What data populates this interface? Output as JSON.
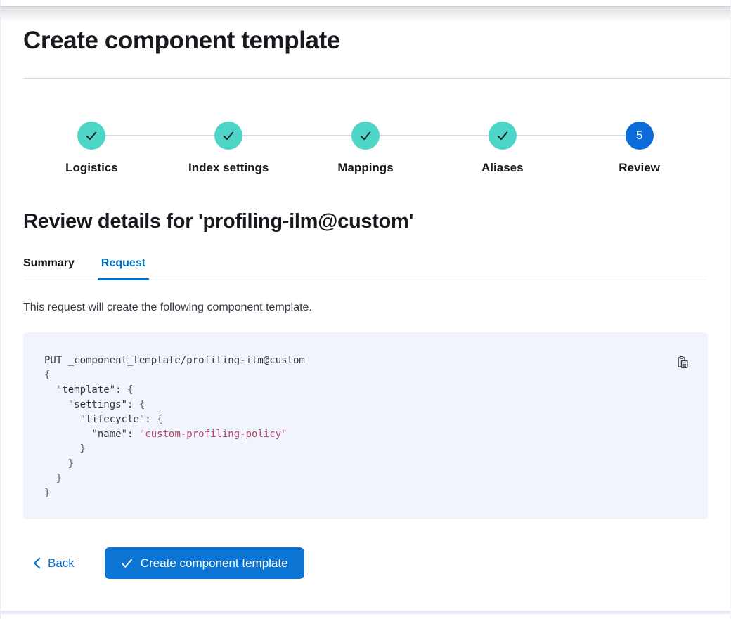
{
  "page": {
    "title": "Create component template"
  },
  "stepper": {
    "steps": [
      {
        "label": "Logistics",
        "status": "complete"
      },
      {
        "label": "Index settings",
        "status": "complete"
      },
      {
        "label": "Mappings",
        "status": "complete"
      },
      {
        "label": "Aliases",
        "status": "complete"
      },
      {
        "label": "Review",
        "status": "current",
        "number": "5"
      }
    ]
  },
  "review": {
    "heading": "Review details for 'profiling-ilm@custom'",
    "tabs": [
      {
        "label": "Summary",
        "selected": false
      },
      {
        "label": "Request",
        "selected": true
      }
    ],
    "description": "This request will create the following component template."
  },
  "code_block": {
    "copy_icon": "copy-clipboard-icon",
    "lines": [
      [
        {
          "t": "PUT _component_template/profiling-ilm@custom",
          "s": "plain"
        }
      ],
      [
        {
          "t": "{",
          "s": "punct"
        }
      ],
      [
        {
          "t": "  ",
          "s": "plain"
        },
        {
          "t": "\"template\"",
          "s": "key"
        },
        {
          "t": ": ",
          "s": "plain"
        },
        {
          "t": "{",
          "s": "punct"
        }
      ],
      [
        {
          "t": "    ",
          "s": "plain"
        },
        {
          "t": "\"settings\"",
          "s": "key"
        },
        {
          "t": ": ",
          "s": "plain"
        },
        {
          "t": "{",
          "s": "punct"
        }
      ],
      [
        {
          "t": "      ",
          "s": "plain"
        },
        {
          "t": "\"lifecycle\"",
          "s": "key"
        },
        {
          "t": ": ",
          "s": "plain"
        },
        {
          "t": "{",
          "s": "punct"
        }
      ],
      [
        {
          "t": "        ",
          "s": "plain"
        },
        {
          "t": "\"name\"",
          "s": "key"
        },
        {
          "t": ": ",
          "s": "plain"
        },
        {
          "t": "\"custom-profiling-policy\"",
          "s": "string"
        }
      ],
      [
        {
          "t": "      }",
          "s": "punct"
        }
      ],
      [
        {
          "t": "    }",
          "s": "punct"
        }
      ],
      [
        {
          "t": "  }",
          "s": "punct"
        }
      ],
      [
        {
          "t": "}",
          "s": "punct"
        }
      ]
    ]
  },
  "footer": {
    "back_label": "Back",
    "submit_label": "Create component template"
  },
  "colors": {
    "step_complete": "#4dd6c8",
    "step_current": "#0b6bd8",
    "connector": "#d3dae6",
    "tab_selected": "#0071c2",
    "link": "#0c6fd1",
    "button_fill": "#0c74d2",
    "code_background": "#f1f4fa",
    "code_text": "#343741",
    "code_punct": "#5e6673",
    "code_string": "#b0456d",
    "heading_text": "#16191e",
    "body_text": "#343741",
    "divider": "#d3dae6"
  }
}
